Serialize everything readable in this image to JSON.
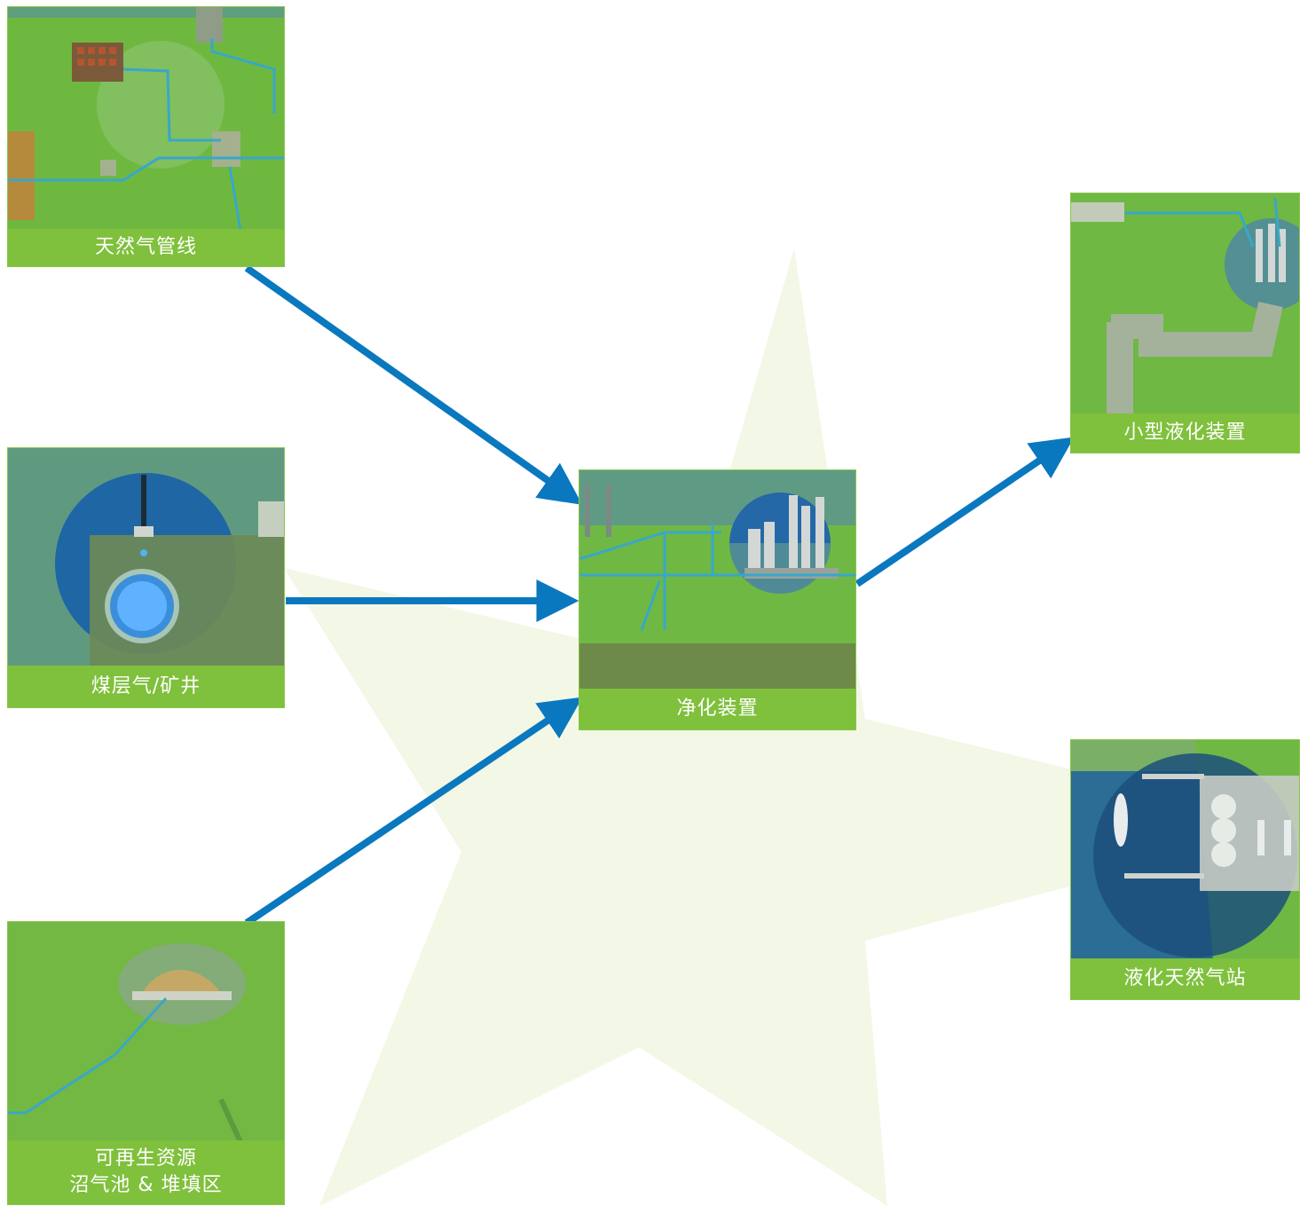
{
  "nodes": {
    "pipeline": {
      "label": "天然气管线"
    },
    "coalbed": {
      "label": "煤层气/矿井"
    },
    "renewable": {
      "label_line1": "可再生资源",
      "label_line2": "沼气池 & 堆填区"
    },
    "purification": {
      "label": "净化装置"
    },
    "small_liquefaction": {
      "label": "小型液化装置"
    },
    "lng_station": {
      "label": "液化天然气站"
    }
  },
  "colors": {
    "arrow": "#0a78bf",
    "caption_green": "#7fc03c",
    "star": "#f3f7e6"
  }
}
